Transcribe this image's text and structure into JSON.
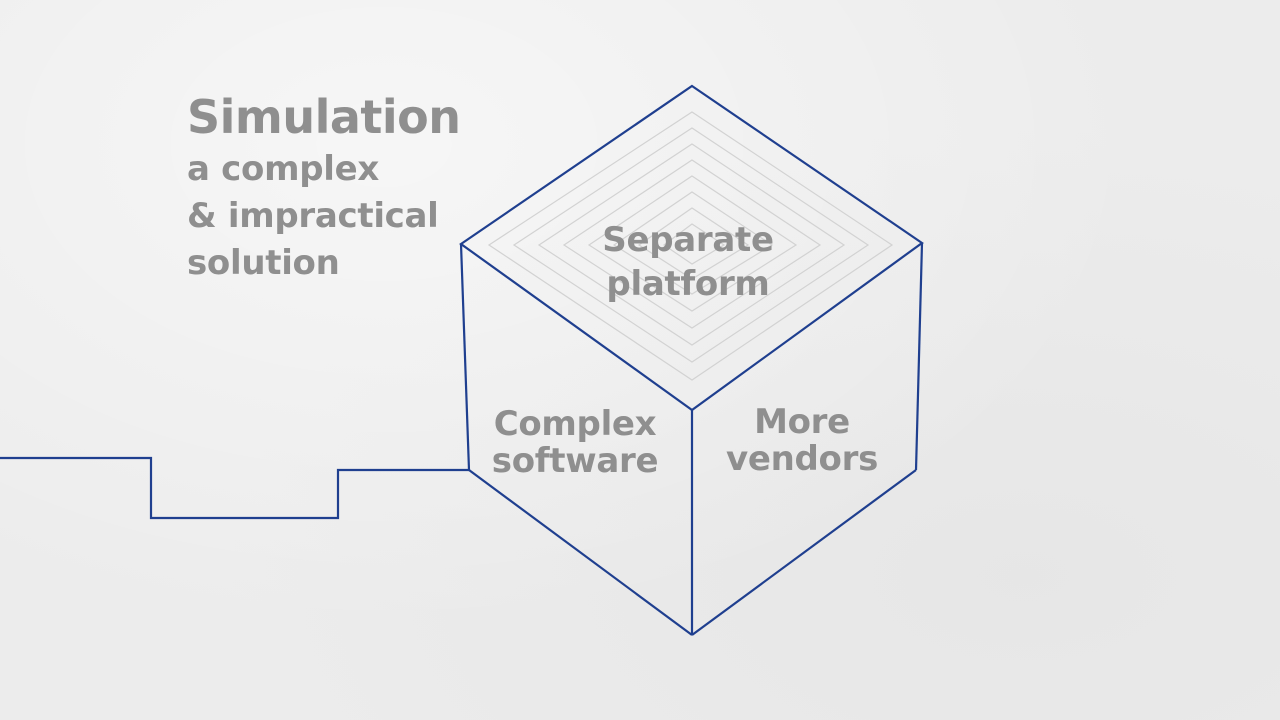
{
  "heading": {
    "title": "Simulation",
    "subtitle_lines": [
      "a complex",
      "& impractical",
      "solution"
    ]
  },
  "cube": {
    "top_face_label": "Separate platform",
    "left_face_label_lines": [
      "Complex",
      "software"
    ],
    "right_face_label_lines": [
      "More",
      "vendors"
    ]
  },
  "colors": {
    "line": "#1f3f8f",
    "text": "#8f8f8f",
    "background": "#ececec",
    "maze": "#d2d2d2"
  }
}
